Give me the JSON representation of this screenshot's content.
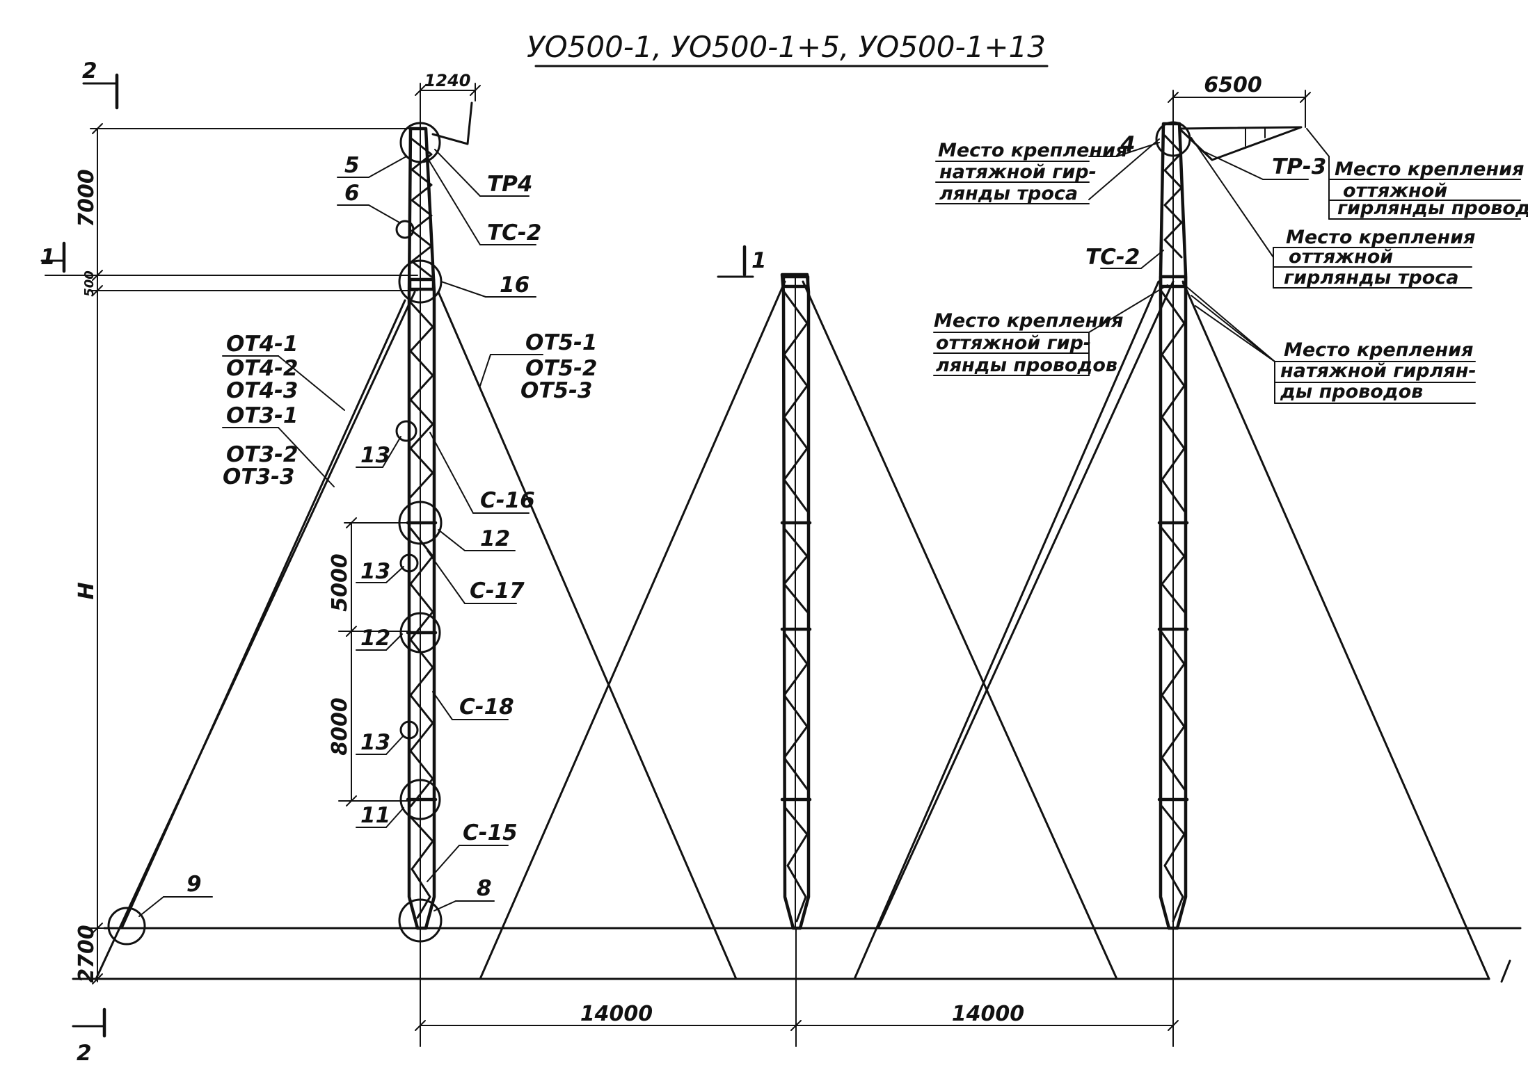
{
  "title": "УО500-1, УО500-1+5, УО500-1+13",
  "dimensions": {
    "top_width_left": "1240",
    "top_width_right": "6500",
    "height_top": "7000",
    "height_joint": "500",
    "height_total": "H",
    "section_a": "5000",
    "section_b": "8000",
    "foundation": "2700",
    "span_left": "14000",
    "span_right": "14000"
  },
  "section_marks": {
    "two_top": "2",
    "two_bottom": "2",
    "one_left": "1",
    "one_middle": "1"
  },
  "callouts": {
    "c5": "5",
    "c6": "6",
    "tr4": "ТР4",
    "tc2_left": "ТС-2",
    "c16_node": "16",
    "ot4": [
      "ОТ4-1",
      "ОТ4-2",
      "ОТ4-3"
    ],
    "ot5": [
      "ОТ5-1",
      "ОТ5-2",
      "ОТ5-3"
    ],
    "ot3": [
      "ОТ3-1",
      "ОТ3-2",
      "ОТ3-3"
    ],
    "c13_a": "13",
    "c13_b": "13",
    "c13_c": "13",
    "s16": "С-16",
    "c12_a": "12",
    "c12_b": "12",
    "s17": "С-17",
    "s18": "С-18",
    "c11": "11",
    "s15": "С-15",
    "c9": "9",
    "c8": "8",
    "c4": "4",
    "tr3": "ТР-3",
    "tc2_right": "ТС-2"
  },
  "notes": {
    "n1": [
      "Место крепления",
      "натяжной гир-",
      "лянды троса"
    ],
    "n2": [
      "Место крепления",
      "оттяжной",
      "гирлянды проводов"
    ],
    "n3": [
      "Место крепления",
      "оттяжной",
      "гирлянды троса"
    ],
    "n4": [
      "Место крепления",
      "оттяжной гир-",
      "лянды проводов"
    ],
    "n5": [
      "Место крепления",
      "натяжной гирлян-",
      "ды проводов"
    ]
  }
}
